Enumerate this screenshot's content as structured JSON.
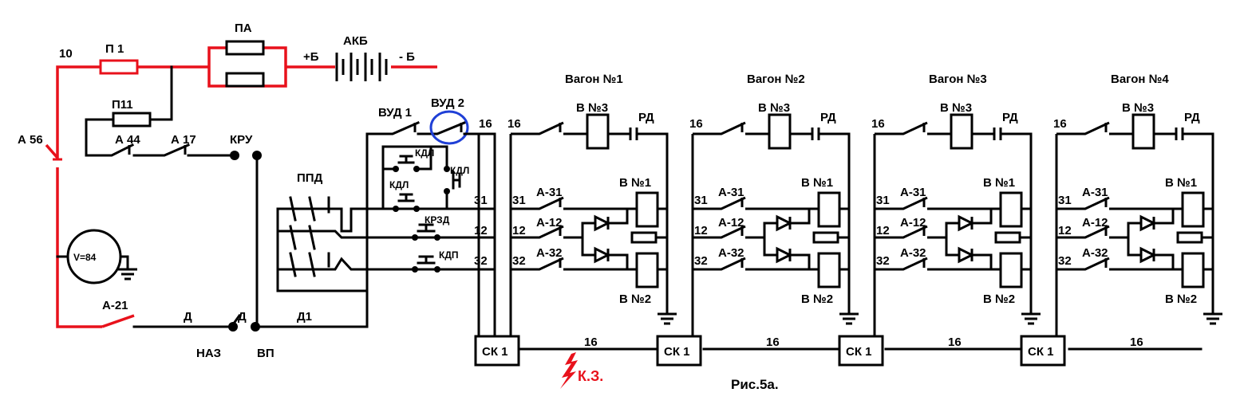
{
  "colors": {
    "wire": "#000000",
    "power_path": "#e8111b",
    "fault": "#e8111b",
    "highlight": "#1f3fd6"
  },
  "labels": {
    "wire_10": "10",
    "fuse_p1": "П 1",
    "fuse_pa": "ПА",
    "battery": "АКБ",
    "plus_b": "+Б",
    "minus_b": "- Б",
    "fuse_p11": "П11",
    "a56": "А 56",
    "a44": "А 44",
    "a17": "А 17",
    "kru": "КРУ",
    "vud1": "ВУД 1",
    "vud2": "ВУД 2",
    "wire_16": "16",
    "kdl": "КДЛ",
    "krzd": "КРЗД",
    "kdp": "КДП",
    "ppd": "ППД",
    "wire_31": "31",
    "wire_12": "12",
    "wire_32": "32",
    "voltmeter": "V=84",
    "a21": "А-21",
    "d": "Д",
    "d1": "Д1",
    "naz": "НАЗ",
    "vp": "ВП",
    "fault": "К.З.",
    "caption": "Рис.5а."
  },
  "wagons": [
    {
      "title": "Вагон №1",
      "v3": "В №3",
      "rd": "РД",
      "w16": "16",
      "v1": "В №1",
      "v2": "В №2",
      "a31": "А-31",
      "a12": "А-12",
      "a32": "А-32",
      "n31": "31",
      "n12": "12",
      "n32": "32",
      "sk": "СК 1",
      "bus": "16"
    },
    {
      "title": "Вагон №2",
      "v3": "В №3",
      "rd": "РД",
      "w16": "16",
      "v1": "В №1",
      "v2": "В №2",
      "a31": "А-31",
      "a12": "А-12",
      "a32": "А-32",
      "n31": "31",
      "n12": "12",
      "n32": "32",
      "sk": "СК 1",
      "bus": "16"
    },
    {
      "title": "Вагон №3",
      "v3": "В №3",
      "rd": "РД",
      "w16": "16",
      "v1": "В №1",
      "v2": "В №2",
      "a31": "А-31",
      "a12": "А-12",
      "a32": "А-32",
      "n31": "31",
      "n12": "12",
      "n32": "32",
      "sk": "СК 1",
      "bus": "16"
    },
    {
      "title": "Вагон №4",
      "v3": "В №3",
      "rd": "РД",
      "w16": "16",
      "v1": "В №1",
      "v2": "В №2",
      "a31": "А-31",
      "a12": "А-12",
      "a32": "А-32",
      "n31": "31",
      "n12": "12",
      "n32": "32",
      "sk": "СК 1",
      "bus": "16"
    }
  ]
}
